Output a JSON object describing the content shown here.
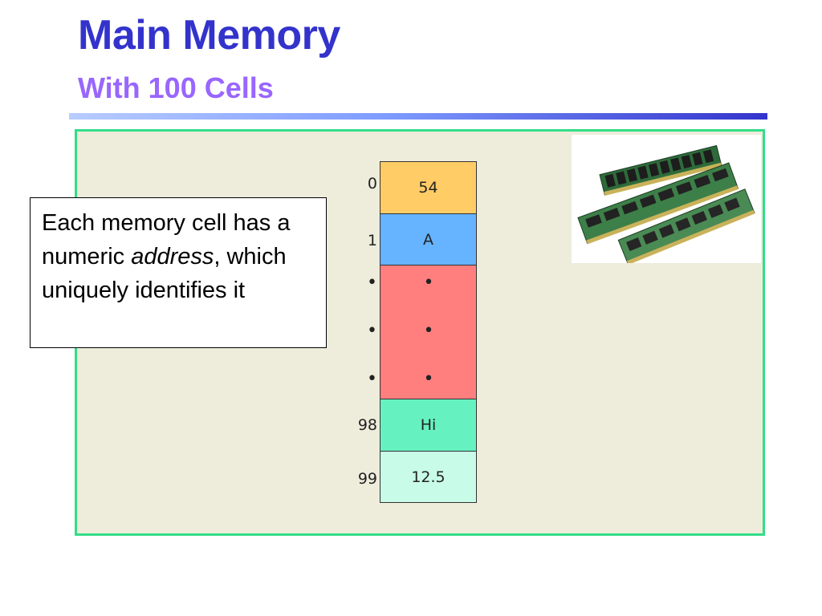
{
  "slide": {
    "title": "Main Memory",
    "subtitle": "With 100 Cells"
  },
  "callout": {
    "text_before": "Each memory cell has a numeric ",
    "emphasis": "address",
    "text_after": ", which uniquely identifies it"
  },
  "memory": {
    "rows": [
      {
        "address": "0",
        "value": "54",
        "color": "#ffcc66"
      },
      {
        "address": "1",
        "value": "A",
        "color": "#66b3ff"
      },
      {
        "address": "•",
        "value": "•",
        "color": "#ff7f7f"
      },
      {
        "address": "•",
        "value": "•",
        "color": "#ff7f7f"
      },
      {
        "address": "•",
        "value": "•",
        "color": "#ff7f7f"
      },
      {
        "address": "98",
        "value": "Hi",
        "color": "#66f2c0"
      },
      {
        "address": "99",
        "value": "12.5",
        "color": "#c8fbe8"
      }
    ]
  },
  "colors": {
    "title": "#3333cc",
    "subtitle": "#9966ff",
    "panel_background": "#eeecdb",
    "panel_border": "#33dd88"
  },
  "image": {
    "icon": "ram-modules-icon"
  }
}
